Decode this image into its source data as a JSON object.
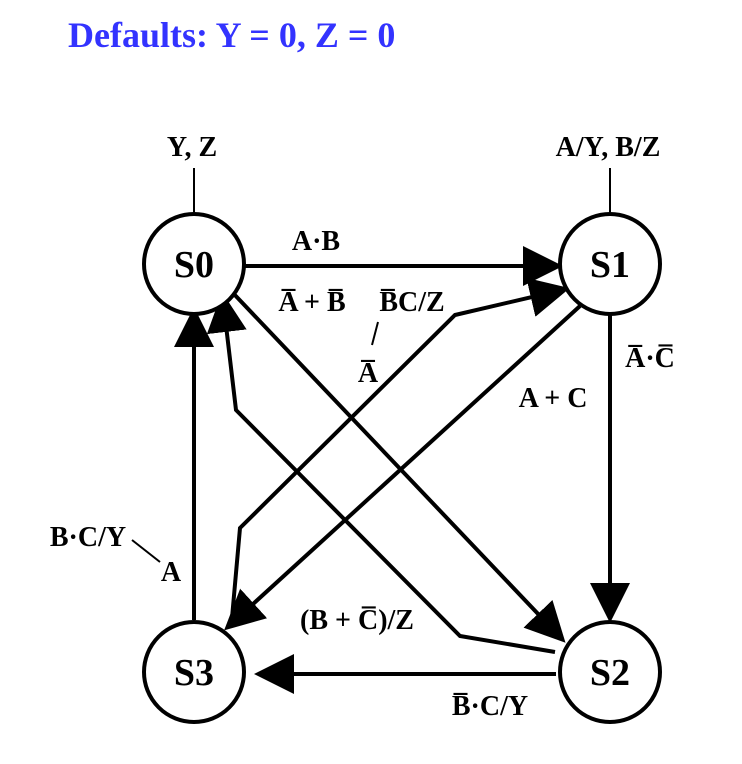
{
  "title": "Defaults: Y = 0, Z = 0",
  "colors": {
    "title": "#3333ff",
    "ink": "#000000",
    "background": "#ffffff"
  },
  "states": [
    {
      "id": "S0",
      "label": "S0",
      "outputs": "Y, Z"
    },
    {
      "id": "S1",
      "label": "S1",
      "outputs": "A/Y, B/Z"
    },
    {
      "id": "S2",
      "label": "S2",
      "outputs": ""
    },
    {
      "id": "S3",
      "label": "S3",
      "outputs": ""
    }
  ],
  "transitions": [
    {
      "from": "S0",
      "to": "S1",
      "label": "A·B"
    },
    {
      "from": "S0",
      "to": "S2",
      "label": "A̅ + B̅"
    },
    {
      "from": "S3",
      "to": "S1",
      "label": "B̅C/Z",
      "secondary": "A̅"
    },
    {
      "from": "S1",
      "to": "S3",
      "label": "A + C"
    },
    {
      "from": "S1",
      "to": "S2",
      "label": "A̅·C̅"
    },
    {
      "from": "S2",
      "to": "S0",
      "label": "(B + C̅)/Z"
    },
    {
      "from": "S2",
      "to": "S3",
      "label": "B̅·C/Y"
    },
    {
      "from": "S3",
      "to": "S0",
      "label": "B·C/Y",
      "secondary": "A"
    }
  ]
}
